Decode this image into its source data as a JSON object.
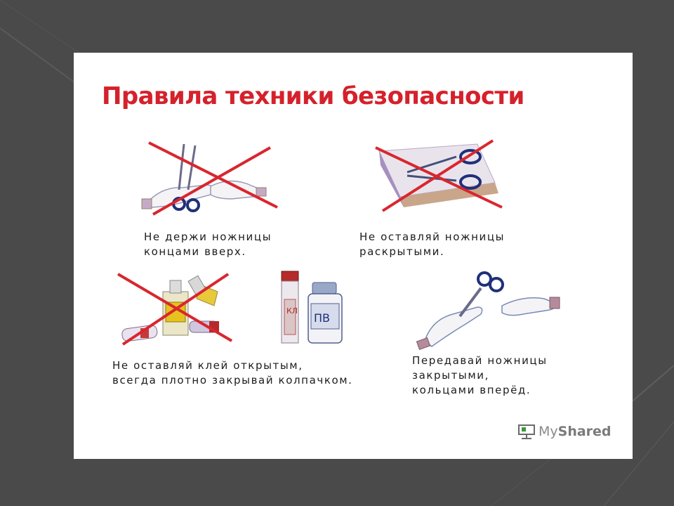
{
  "title": "Правила техники безопасности",
  "rules": [
    {
      "lines": [
        "Не держи ножницы",
        "концами вверх."
      ]
    },
    {
      "lines": [
        "Не оставляй ножницы",
        "раскрытыми."
      ]
    },
    {
      "lines": [
        "Не оставляй клей открытым,",
        "всегда плотно закрывай колпачком."
      ]
    },
    {
      "lines": [
        "Передавай ножницы",
        "закрытыми,",
        "кольцами вперёд."
      ]
    }
  ],
  "bottle_labels": {
    "glue_tube": "КЛ",
    "glue_bottle": "ПВ"
  },
  "watermark": {
    "text_light": "My",
    "text_bold": "Shared"
  },
  "colors": {
    "title": "#d5212b",
    "cross": "#d9262e",
    "background": "#4a4a4a",
    "slide": "#ffffff"
  }
}
